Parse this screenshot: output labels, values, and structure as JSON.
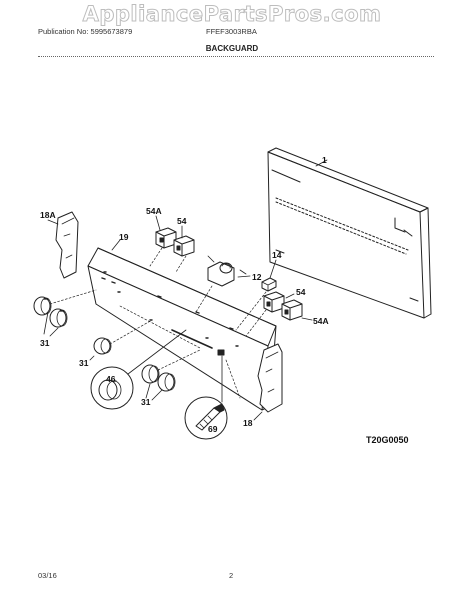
{
  "watermark": "AppliancePartsPros.com",
  "header": {
    "publication": "Publication No: 5995673879",
    "model": "FFEF3003RBA"
  },
  "title": "BACKGUARD",
  "labels": {
    "p1": "1",
    "p18a": "18A",
    "p19": "19",
    "p54a_top": "54A",
    "p54_top": "54",
    "p12": "12",
    "p14": "14",
    "p54_right": "54",
    "p54a_right": "54A",
    "p31_left": "31",
    "p31_mid": "31",
    "p31_bottom": "31",
    "p46": "46",
    "p69": "69",
    "p18": "18"
  },
  "diagram_code": "T20G0050",
  "footer": {
    "date": "03/16",
    "page": "2"
  }
}
